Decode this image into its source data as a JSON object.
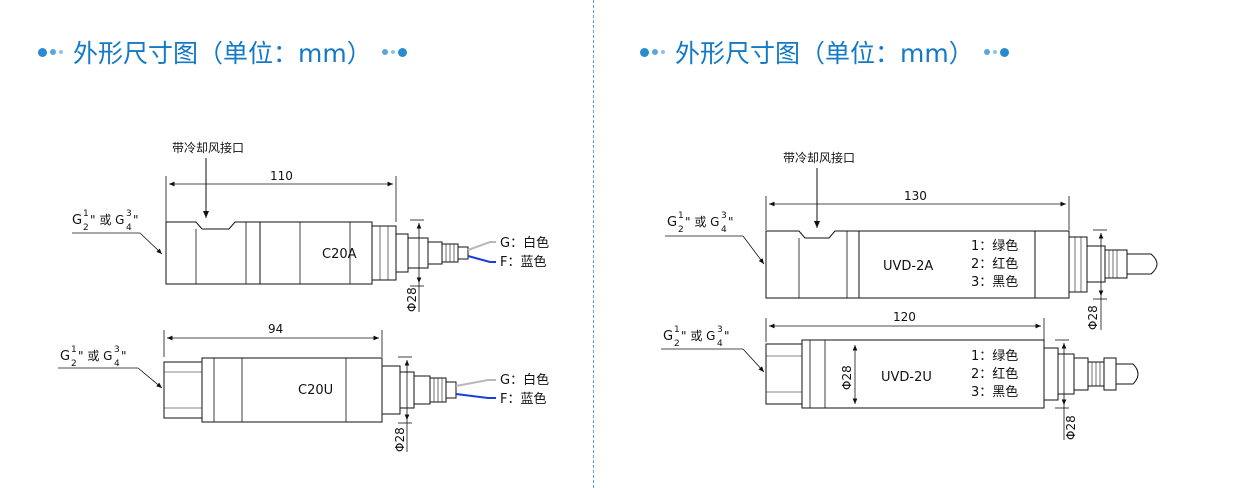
{
  "colors": {
    "title": "#1479c6",
    "divider": "#5aa3d6",
    "wire_white": "#b8b8b8",
    "wire_blue": "#1a3fd6"
  },
  "left": {
    "title": "外形尺寸图（单位：mm）",
    "cooling_label": "带冷却风接口",
    "thread_label": {
      "g": "G",
      "half_num": "1",
      "den": "2",
      "mid": "\" 或 G",
      "tq_num": "3",
      "end": "\""
    },
    "top": {
      "dim": "110",
      "model": "C20A",
      "dia": "Φ28",
      "wire1": "G：白色",
      "wire2": "F：蓝色"
    },
    "bottom": {
      "dim": "94",
      "model": "C20U",
      "dia": "Φ28",
      "wire1": "G：白色",
      "wire2": "F：蓝色"
    }
  },
  "right": {
    "title": "外形尺寸图（单位：mm）",
    "cooling_label": "带冷却风接口",
    "top": {
      "dim": "130",
      "model": "UVD-2A",
      "dia": "Φ28",
      "wires": [
        "1：绿色",
        "2：红色",
        "3：黑色"
      ]
    },
    "bottom": {
      "dim": "120",
      "model": "UVD-2U",
      "dia_left": "Φ28",
      "dia": "Φ28",
      "wires": [
        "1：绿色",
        "2：红色",
        "3：黑色"
      ]
    }
  }
}
